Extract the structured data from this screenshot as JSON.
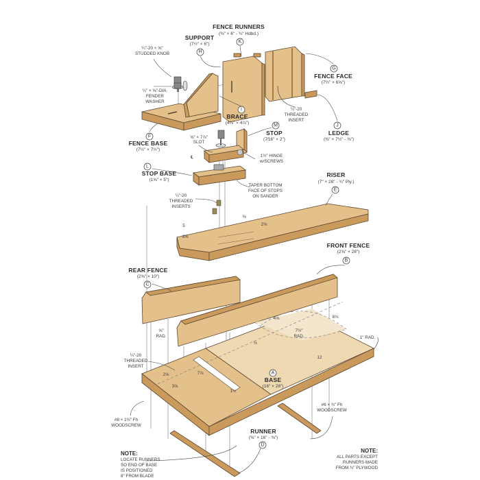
{
  "parts": {
    "fence_runners": {
      "name": "FENCE RUNNERS",
      "dims": "(⅜\" × 6\" - ¾\" Hdbd.)",
      "letter": "K"
    },
    "support": {
      "name": "SUPPORT",
      "dims": "(7½\" × 6\")",
      "letter": "H"
    },
    "fence_face": {
      "name": "FENCE FACE",
      "dims": "(7½\" × 6⅝\")",
      "letter": "G"
    },
    "brace": {
      "name": "BRACE",
      "dims": "(4⅞\" × 4⅞\")",
      "letter": "I"
    },
    "ledge": {
      "name": "LEDGE",
      "dims": "(⅜\" × 7½\" - ⅜\")",
      "letter": "J"
    },
    "fence_base": {
      "name": "FENCE BASE",
      "dims": "(7½\" × 7½\")",
      "letter": "F"
    },
    "stop": {
      "name": "STOP",
      "dims": "(7⁄16\" × 2\")",
      "letter": "M"
    },
    "stop_base": {
      "name": "STOP BASE",
      "dims": "(1⅝\" × 5\")",
      "letter": "L"
    },
    "riser": {
      "name": "RISER",
      "dims": "(7\" × 28\" - ¾\" Ply.)",
      "letter": "E"
    },
    "front_fence": {
      "name": "FRONT FENCE",
      "dims": "(2⅝\" × 28\")",
      "letter": "B"
    },
    "rear_fence": {
      "name": "REAR FENCE",
      "dims": "(2⅝\" × 10\")",
      "letter": "C"
    },
    "base": {
      "name": "BASE",
      "dims": "(16\" × 28\")",
      "letter": "A"
    },
    "runner": {
      "name": "RUNNER",
      "dims": "(⅜\" × 16\" - ⅜\")",
      "letter": "D"
    }
  },
  "callouts": {
    "studded_knob": [
      "¼\"-20 × ⅝\"",
      "STUDDED KNOB"
    ],
    "fender_washer": [
      "¼\" × ⅝\"-DIA.",
      "FENDER",
      "WASHER"
    ],
    "threaded_insert_top": [
      "¼\"-20",
      "THREADED",
      "INSERT"
    ],
    "slot": [
      "⅝\" × 7⅞\"",
      "SLOT"
    ],
    "hinge": [
      "1½\" HINGE",
      "w/SCREWS"
    ],
    "taper": [
      "TAPER BOTTOM",
      "FACE OF STOPS",
      "ON SANDER"
    ],
    "threaded_inserts": [
      "¼\"-20",
      "THREADED",
      "INSERTS"
    ],
    "rad_small": [
      "⅝\"",
      "RAD."
    ],
    "rad_large": [
      "7½\"",
      "RAD."
    ],
    "rad_corner": "1\" RAD.",
    "threaded_insert_base": [
      "¼\"-20",
      "THREADED",
      "INSERT"
    ],
    "woodscrew_small": [
      "#6 × ¾\" Fh",
      "WOODSCREW"
    ],
    "woodscrew_large": [
      "#8 × 1½\" Fh",
      "WOODSCREW"
    ],
    "centerline": "℄"
  },
  "dimensions": {
    "riser_5": "5",
    "riser_3_5_8": "3⅝",
    "riser_3_8": "⅜",
    "riser_2_5_8": "2⅝",
    "base_4_5_8": "4⅝",
    "base_8_1_8": "8⅛",
    "base_3_8": "⅜",
    "base_12": "12",
    "base_2_5_8": "2⅝",
    "base_7_7_8": "7⅞",
    "base_3_5_8": "3⅝",
    "base_1_1_2": "1½"
  },
  "notes": {
    "left": {
      "title": "NOTE:",
      "lines": [
        "LOCATE RUNNERS",
        "SO END OF BASE",
        "IS POSITIONED",
        "8\" FROM BLADE"
      ]
    },
    "right": {
      "title": "NOTE:",
      "lines": [
        "ALL PARTS EXCEPT",
        "RUNNERS MADE",
        "FROM ¾\" PLYWOOD"
      ]
    }
  },
  "colors": {
    "wood": "#e4c08a",
    "wood_edge": "#c99a5c",
    "outline": "#5a4630"
  }
}
